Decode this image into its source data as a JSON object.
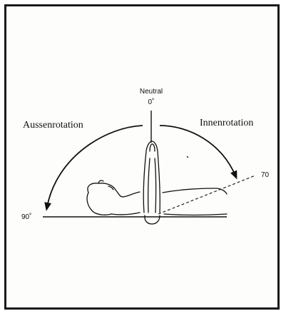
{
  "labels": {
    "neutral": "Neutral",
    "zero_deg": "0˚",
    "left_direction": "Aussenrotation",
    "right_direction": "Innenrotation",
    "angle_left": "90˚",
    "angle_right": "70"
  },
  "colors": {
    "ink": "#111111",
    "paper": "#fdfdfb"
  }
}
